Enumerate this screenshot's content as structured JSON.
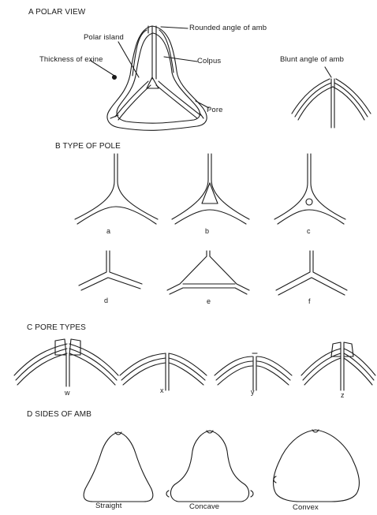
{
  "sections": {
    "a": "A POLAR VIEW",
    "b": "B TYPE OF POLE",
    "c": "C PORE TYPES",
    "d": "D SIDES OF AMB"
  },
  "polar_labels": {
    "rounded_angle": "Rounded angle of amb",
    "polar_island": "Polar island",
    "colpus": "Colpus",
    "thickness": "Thickness of exine",
    "blunt_angle": "Blunt angle of amb",
    "pore": "Pore"
  },
  "pole_types": [
    "a",
    "b",
    "c",
    "d",
    "e",
    "f"
  ],
  "pore_types": [
    "w",
    "x",
    "y",
    "z"
  ],
  "amb_sides": [
    "Straight",
    "Concave",
    "Convex"
  ]
}
